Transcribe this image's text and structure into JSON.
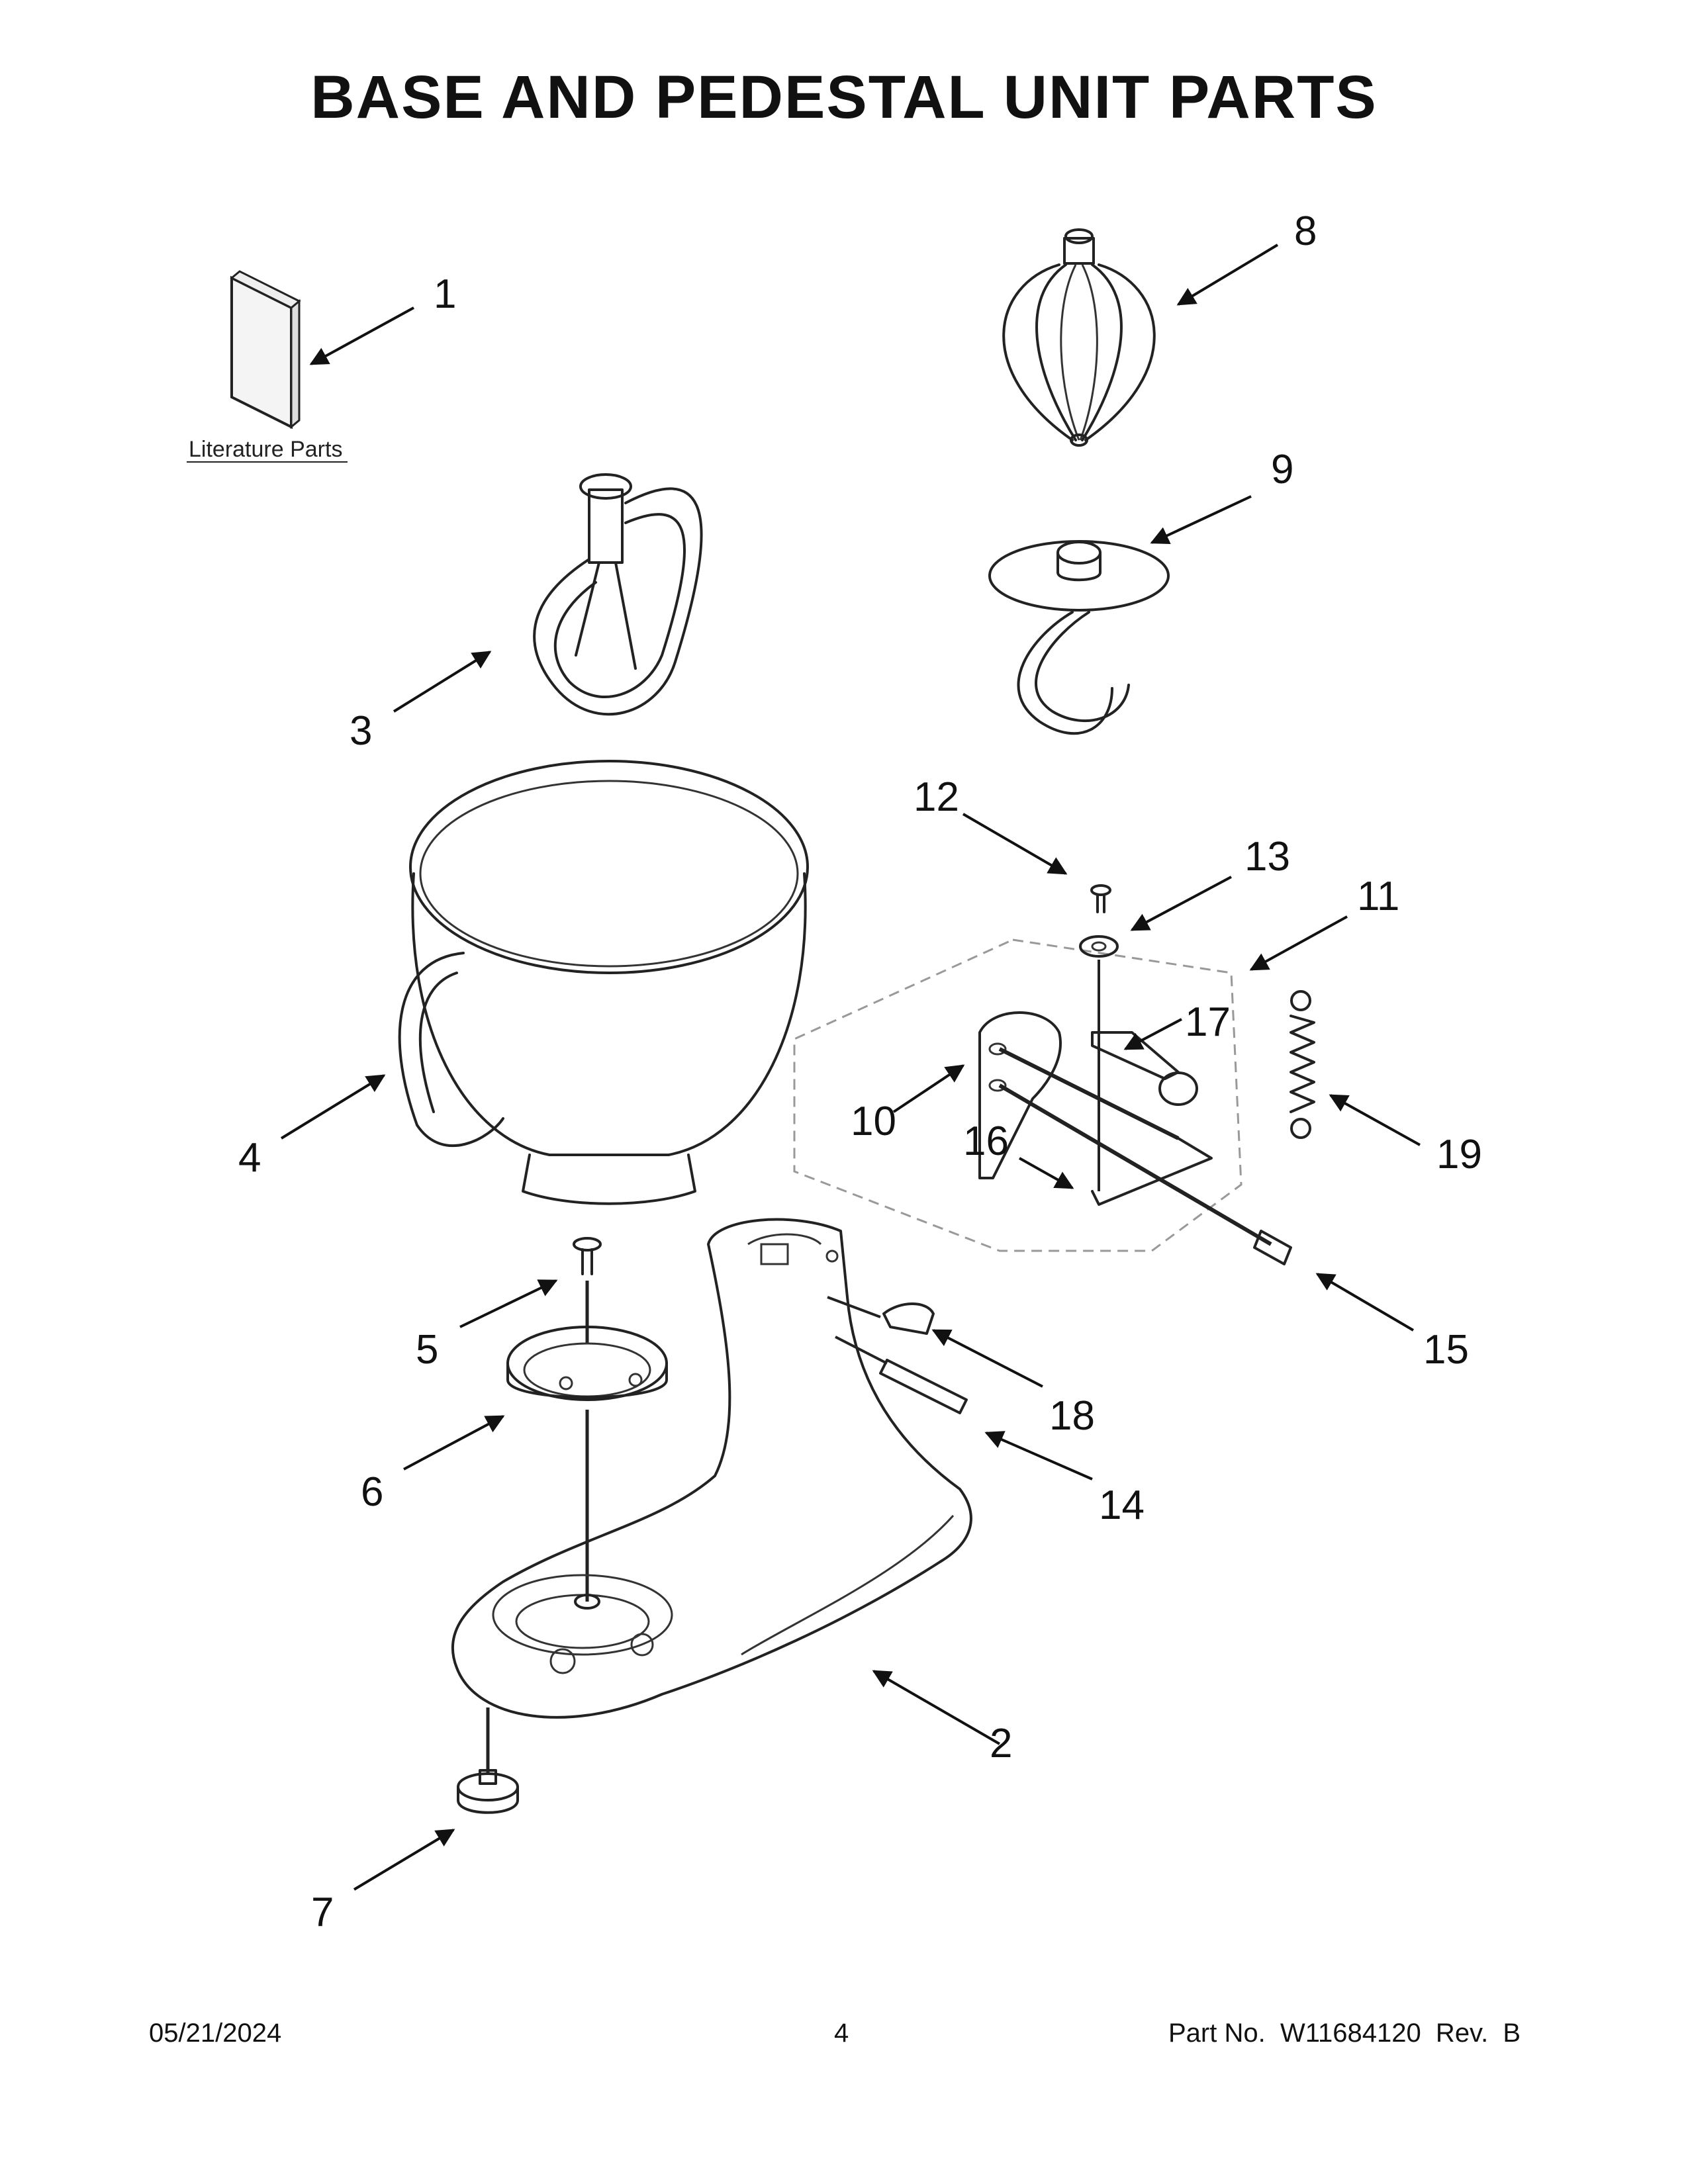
{
  "title": "BASE AND PEDESTAL UNIT PARTS",
  "literature_label": "Literature Parts",
  "callouts": {
    "c1": "1",
    "c2": "2",
    "c3": "3",
    "c4": "4",
    "c5": "5",
    "c6": "6",
    "c7": "7",
    "c8": "8",
    "c9": "9",
    "c10": "10",
    "c11": "11",
    "c12": "12",
    "c13": "13",
    "c14": "14",
    "c15": "15",
    "c16": "16",
    "c17": "17",
    "c18": "18",
    "c19": "19"
  },
  "footer": {
    "date": "05/21/2024",
    "page": "4",
    "part_number": "Part No.  W11684120  Rev.  B"
  }
}
